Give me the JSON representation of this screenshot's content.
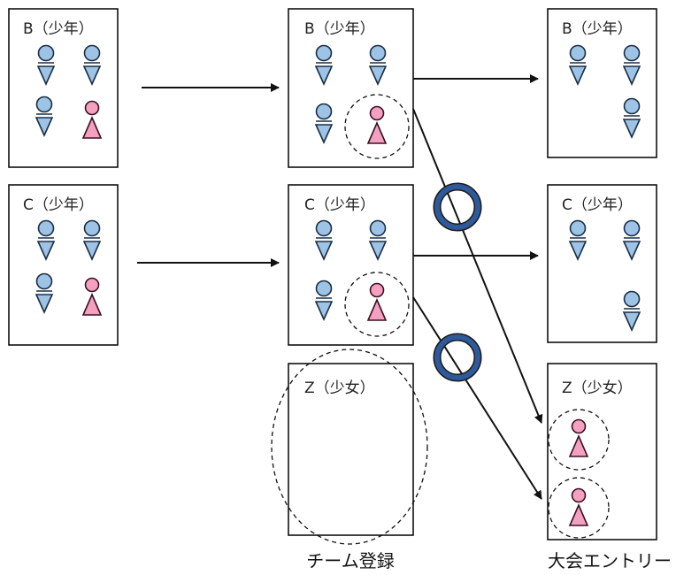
{
  "teams": {
    "left_b": "B（少年）",
    "left_c": "C（少年）",
    "mid_b": "B（少年）",
    "mid_c": "C（少年）",
    "mid_z": "Z（少女）",
    "right_b": "B（少年）",
    "right_c": "C（少年）",
    "right_z": "Z（少女）"
  },
  "captions": {
    "team_registration": "チーム登録",
    "tournament_entry": "大会エントリー"
  },
  "colors": {
    "boy_fill": "#9dc3e6",
    "girl_fill": "#f4a0c0",
    "ok_ring": "#2e5a9c"
  }
}
